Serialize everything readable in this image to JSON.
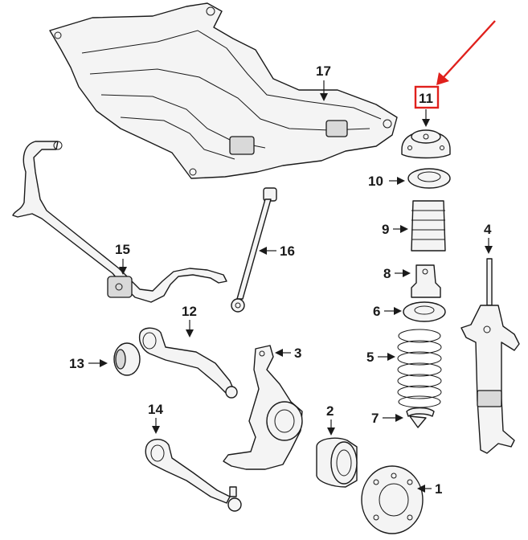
{
  "callouts": {
    "c1": "1",
    "c2": "2",
    "c3": "3",
    "c4": "4",
    "c5": "5",
    "c6": "6",
    "c7": "7",
    "c8": "8",
    "c9": "9",
    "c10": "10",
    "c11": "11",
    "c12": "12",
    "c13": "13",
    "c14": "14",
    "c15": "15",
    "c16": "16",
    "c17": "17"
  },
  "highlight": {
    "part": "11",
    "color": "#e0201c"
  },
  "colors": {
    "line": "#1a1a1a",
    "fill": "#f4f4f4",
    "accent": "#e0201c"
  }
}
